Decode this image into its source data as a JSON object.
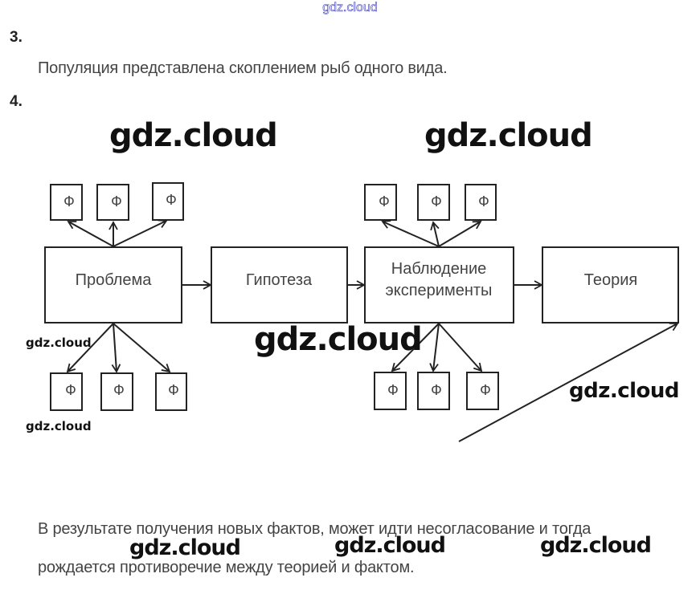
{
  "watermark": {
    "top": "gdz.cloud",
    "big": "gdz.cloud",
    "small": "gdz.cloud",
    "color_top": "#3b3bc0"
  },
  "questions": [
    {
      "number": "3.",
      "answer": "Популяция представлена скоплением рыб одного вида."
    },
    {
      "number": "4.",
      "answer_line1": "В результате получения новых фактов, может идти несогласование и тогда",
      "answer_line2": "рождается противоречие между теорией и фактом."
    }
  ],
  "diagram": {
    "fact_label": "Ф",
    "boxes": [
      {
        "id": "problem",
        "label": [
          "Проблема"
        ]
      },
      {
        "id": "hypothesis",
        "label": [
          "Гипотеза"
        ]
      },
      {
        "id": "observation",
        "label": [
          "Наблюдение",
          "эксперименты"
        ]
      },
      {
        "id": "theory",
        "label": [
          "Теория"
        ]
      }
    ],
    "flow": [
      "Проблема",
      "Гипотеза",
      "Наблюдение эксперименты",
      "Теория"
    ]
  }
}
